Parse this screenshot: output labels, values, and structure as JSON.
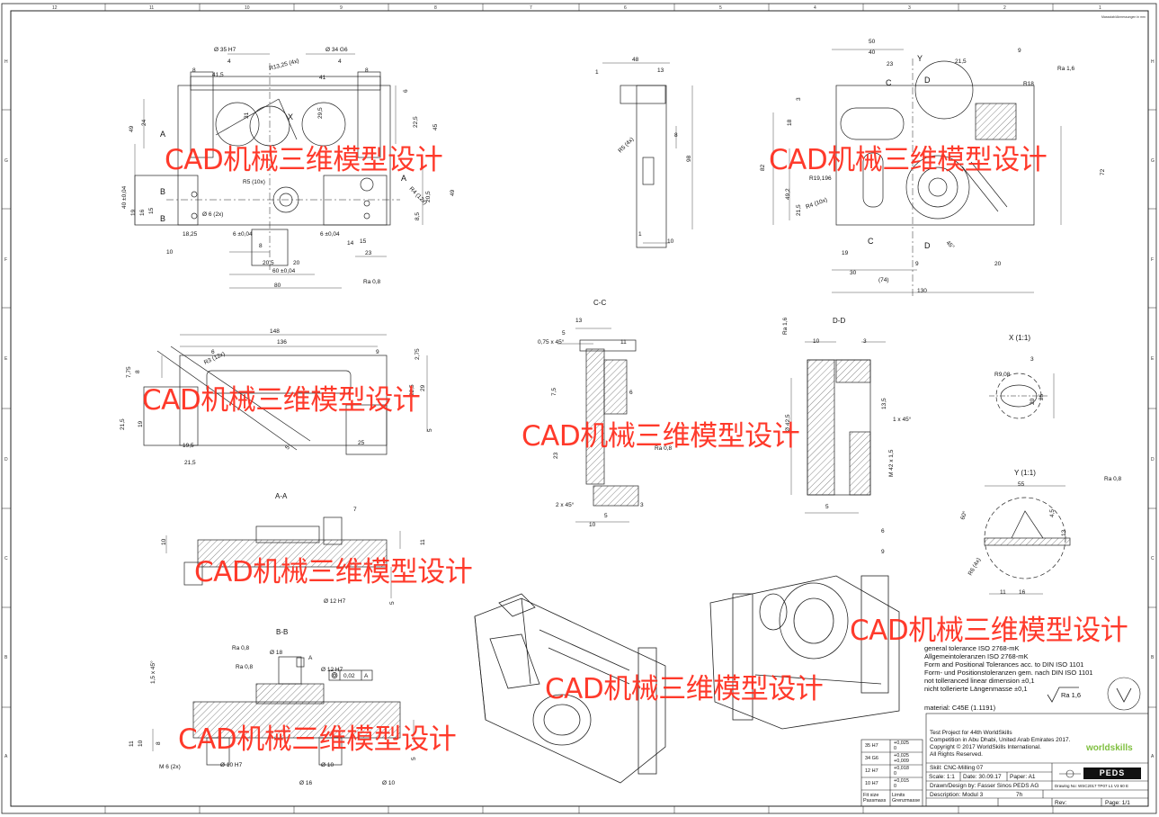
{
  "sheet": {
    "border_columns": [
      "12",
      "11",
      "10",
      "9",
      "8",
      "7",
      "6",
      "5",
      "4",
      "3",
      "2",
      "1"
    ],
    "border_rows": [
      "H",
      "G",
      "F",
      "E",
      "D",
      "C",
      "B",
      "A"
    ],
    "corner_note": "Massstab/Abmessungen in mm"
  },
  "watermarks": [
    "CAD机械三维模型设计",
    "CAD机械三维模型设计",
    "CAD机械三维模型设计",
    "CAD机械三维模型设计",
    "CAD机械三维模型设计",
    "CAD机械三维模型设计",
    "CAD机械三维模型设计",
    "CAD机械三维模型设计"
  ],
  "section_labels": {
    "cc": "C-C",
    "dd": "D-D",
    "aa": "A-A",
    "bb": "B-B",
    "x": "X (1:1)",
    "y": "Y (1:1)"
  },
  "dims": {
    "d35": "Ø 35 H7",
    "d34": "Ø 34 G6",
    "r1325": "R13,25 (4x)",
    "v41": "41",
    "v415": "41,5",
    "v4a": "4",
    "v4b": "4",
    "v8a": "8",
    "v8b": "8",
    "v49": "49",
    "v24": "24",
    "v31": "31",
    "v295": "29,5",
    "v225": "22,5",
    "v45": "45",
    "v6": "6",
    "r5_10": "R5 (10x)",
    "d6_2x": "Ø 6 (2x)",
    "v40": "40 ±0,04",
    "v19": "19",
    "v16": "16",
    "v15": "15",
    "v1825": "18,25",
    "v6t1": "6 ±0,04",
    "v6t2": "6 ±0,04",
    "v8t": "8",
    "v10": "10",
    "v14": "14",
    "v15t": "15",
    "v23": "23",
    "v205": "20,5",
    "v20": "20",
    "v60": "60 ±0,04",
    "v80": "80",
    "ra08": "Ra 0,8",
    "v85": "8,5",
    "v20b": "20",
    "v205b": "20,5",
    "r4_12": "R4 (12x)",
    "v48": "48",
    "v13": "13",
    "v1": "1",
    "r5_4": "R5 (4x)",
    "v8": "8",
    "v98": "98",
    "v10b": "10",
    "v50": "50",
    "v40b": "40",
    "v23b": "23",
    "v215": "21,5",
    "v9": "9",
    "ra16": "Ra 1,6",
    "r18": "R18",
    "v3": "3",
    "v18": "18",
    "v82": "82",
    "v72": "72",
    "v492": "49,2",
    "v215b": "21,5",
    "r4_10": "R4 (10x)",
    "r19196": "R19,196",
    "v30": "30",
    "v74": "(74)",
    "v130": "130",
    "v20c": "20",
    "v45deg": "45°",
    "v148": "148",
    "v136": "136",
    "r3_12": "R3 (12x)",
    "v9b": "9",
    "v6b": "6",
    "v275": "2,75",
    "v225b": "22,5",
    "v29": "29",
    "v215c": "21,5",
    "v19b": "19",
    "v195": "19,5",
    "v215d": "21,5",
    "v25": "25",
    "v5": "5",
    "v775": "7,75",
    "v8c": "8",
    "cc13": "13",
    "cc5": "5",
    "cc075": "0,75 x 45°",
    "cc11": "11",
    "cc6": "6",
    "cc75": "7,5",
    "cc23": "23",
    "cc2x45": "2 x 45°",
    "cc10": "10",
    "cc5b": "5",
    "cc3": "3",
    "ccra": "Ra 0,8",
    "dd16": "Ra 1,6",
    "dd10": "10",
    "dd3": "3",
    "dd425": "Ø 42,5",
    "dd135": "13,5",
    "dd1x45": "1 x 45°",
    "ddm42": "M 42 x 1,5",
    "dd5": "5",
    "dd6": "6",
    "dd9": "9",
    "x3": "3",
    "xr908": "R9,08",
    "x25": "25",
    "x20": "20",
    "y55": "55",
    "yra08": "Ra 0,8",
    "y60": "60°",
    "y45": "4,5",
    "y13": "13",
    "yr6": "R6 (4x)",
    "y11": "11",
    "y16": "16",
    "aa7": "7",
    "aa10": "10",
    "aa11": "11",
    "aad12": "Ø 12 H7",
    "aa5": "5",
    "bbra1": "Ra 0,8",
    "bbra2": "Ra 0,8",
    "bbd18": "Ø 18",
    "bba": "A",
    "bbd12": "Ø 12 H7",
    "bbtol": "0,02",
    "bbtola": "A",
    "bb15x45": "1,5 x 45°",
    "bb11": "11",
    "bb10": "10",
    "bb8": "8",
    "bbm6": "M 6 (2x)",
    "bbd10h7": "Ø 10 H7",
    "bbd10": "Ø 10",
    "bbd16": "Ø 16",
    "bbd10b": "Ø 10",
    "bb5": "5",
    "lblA": "A",
    "lblB": "B",
    "lblC": "C",
    "lblD": "D",
    "lblX": "X",
    "lblY": "Y"
  },
  "notes": {
    "line1": "general tolerance ISO 2768-mK",
    "line2": "Allgemeintoleranzen ISO 2768-mK",
    "line3": "Form and Positional Tolerances acc. to DIN ISO 1101",
    "line4": "Form- und Positionstoleranzen gem. nach DIN ISO 1101",
    "line5": "not tolleranced linear dimension ±0,1",
    "line6": "nicht tollerierte Längenmasse ±0,1",
    "material": "material: C45E (1.1191)",
    "surface": "Ra 1,6"
  },
  "fit_table": {
    "rows": [
      {
        "fit": "35 H7",
        "upper": "+0,025",
        "lower": "0"
      },
      {
        "fit": "34 G6",
        "upper": "+0,025",
        "lower": "+0,009"
      },
      {
        "fit": "12 H7",
        "upper": "+0,018",
        "lower": "0"
      },
      {
        "fit": "10 H7",
        "upper": "+0,015",
        "lower": "0"
      }
    ],
    "footer_left": "Fit size Passmass",
    "footer_right": "Limits Grenzmasse"
  },
  "title_block": {
    "project1": "Test Project for 44th WorldSkills",
    "project2": "Competition in Abu Dhabi, United Arab Emirates 2017.",
    "project3": "Copyright © 2017 WorldSkills International.",
    "project4": "All Rights Reserved.",
    "skill": "Skill: CNC-Milling 07",
    "scale": "Scale: 1:1",
    "date": "Date: 30.09.17",
    "paper": "Paper: A1",
    "drawn": "Drawn/Design by: Fasser Sinos PEDS AG",
    "drawing_no": "Drawing No: WSC2017 TP07 L1 V3 60 E",
    "description": "Description: Modul 3",
    "time": "7h",
    "rev": "Rev:",
    "page": "Page: 1/1",
    "peds": "PEDS",
    "logo": "worldskills"
  }
}
